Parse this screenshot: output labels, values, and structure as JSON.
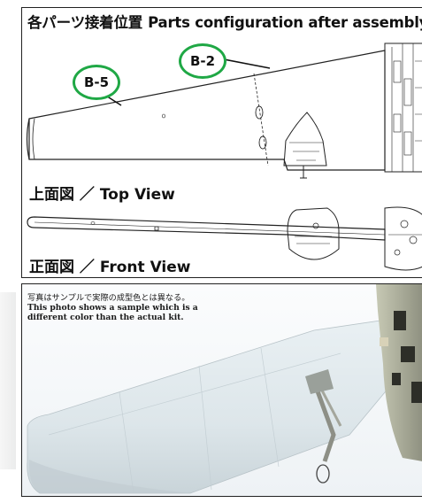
{
  "header": {
    "title_jp": "各パーツ接着位置",
    "title_en": "Parts configuration after assembly"
  },
  "callouts": [
    {
      "label": "B-5"
    },
    {
      "label": "B-2"
    }
  ],
  "views": {
    "top": "上面図 ／ Top View",
    "front": "正面図 ／ Front View"
  },
  "photo": {
    "caption_jp": "写真はサンプルで実際の成型色とは異なる。",
    "caption_en_1": "This photo shows a sample which is a",
    "caption_en_2": "different color than the actual kit."
  },
  "colors": {
    "callout_ring": "#1fa845",
    "line_art": "#222222",
    "model_plastic": "#e4ecef"
  }
}
